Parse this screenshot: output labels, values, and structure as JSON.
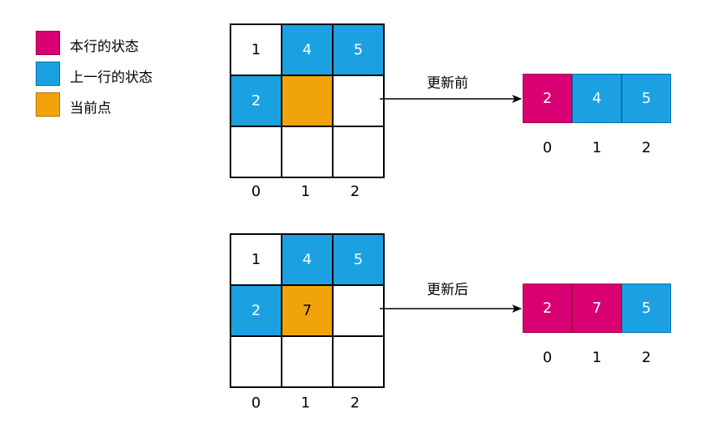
{
  "legend": [
    {
      "label": "本行的状态",
      "color": "#d80073"
    },
    {
      "label": "上一行的状态",
      "color": "#1ba1e2"
    },
    {
      "label": "当前点",
      "color": "#f0a30a"
    }
  ],
  "colors": {
    "row": "#d80073",
    "prev": "#1ba1e2",
    "current": "#f0a30a",
    "empty": "#ffffff"
  },
  "indices": [
    "0",
    "1",
    "2"
  ],
  "panels": [
    {
      "arrow_label": "更新前",
      "grid": [
        [
          {
            "v": "1",
            "c": "empty"
          },
          {
            "v": "4",
            "c": "prev"
          },
          {
            "v": "5",
            "c": "prev"
          }
        ],
        [
          {
            "v": "2",
            "c": "prev"
          },
          {
            "v": "",
            "c": "cur"
          },
          {
            "v": "",
            "c": "empty"
          }
        ],
        [
          {
            "v": "",
            "c": "empty"
          },
          {
            "v": "",
            "c": "empty"
          },
          {
            "v": "",
            "c": "empty"
          }
        ]
      ],
      "array": [
        {
          "v": "2",
          "c": "row"
        },
        {
          "v": "4",
          "c": "prev"
        },
        {
          "v": "5",
          "c": "prev"
        }
      ]
    },
    {
      "arrow_label": "更新后",
      "grid": [
        [
          {
            "v": "1",
            "c": "empty"
          },
          {
            "v": "4",
            "c": "prev"
          },
          {
            "v": "5",
            "c": "prev"
          }
        ],
        [
          {
            "v": "2",
            "c": "prev"
          },
          {
            "v": "7",
            "c": "cur"
          },
          {
            "v": "",
            "c": "empty"
          }
        ],
        [
          {
            "v": "",
            "c": "empty"
          },
          {
            "v": "",
            "c": "empty"
          },
          {
            "v": "",
            "c": "empty"
          }
        ]
      ],
      "array": [
        {
          "v": "2",
          "c": "row"
        },
        {
          "v": "7",
          "c": "row"
        },
        {
          "v": "5",
          "c": "prev"
        }
      ]
    }
  ]
}
